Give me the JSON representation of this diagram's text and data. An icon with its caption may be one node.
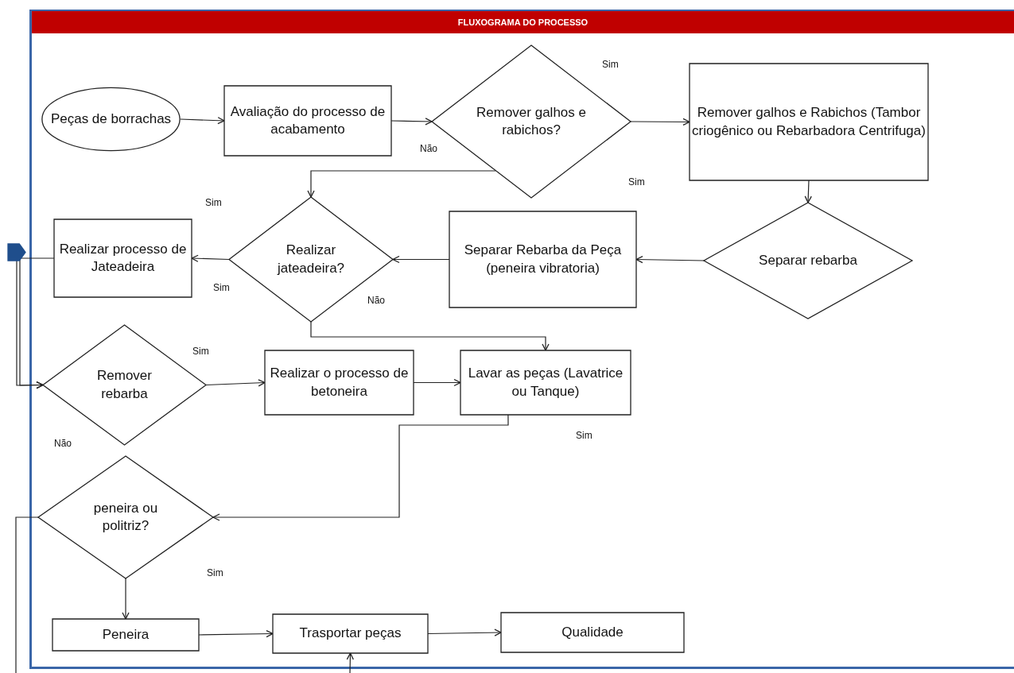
{
  "diagram": {
    "title": "FLUXOGRAMA DO PROCESSO",
    "nodes": [
      {
        "text": [
          "Peças de borrachas"
        ]
      },
      {
        "text": [
          "Avaliação do processo de acabamento"
        ]
      },
      {
        "text": [
          "Remover galhos e rabichos?"
        ]
      },
      {
        "text": [
          "Remover galhos e Rabichos (Tambor criogênico ou Rebarbadora Centrifuga)"
        ]
      },
      {
        "text": [
          "Separar rebarba"
        ]
      },
      {
        "text": [
          "Separar Rebarba da Peça (peneira vibratoria)"
        ]
      },
      {
        "text": [
          "Realizar jateadeira?"
        ]
      },
      {
        "text": [
          "Realizar processo de Jateadeira"
        ]
      },
      {
        "text": [
          "Remover rebarba"
        ]
      },
      {
        "text": [
          "Realizar o processo de betoneira"
        ]
      },
      {
        "text": [
          "Lavar as peças (Lavatrice ou Tanque)"
        ]
      },
      {
        "text": [
          "peneira ou politriz?"
        ]
      },
      {
        "text": [
          "Peneira"
        ]
      },
      {
        "text": [
          "Trasportar peças"
        ]
      },
      {
        "text": [
          "Qualidade"
        ]
      },
      {
        "text": [],
        "shape": "flag"
      }
    ],
    "edges": [
      {
        "from": 0,
        "to": 1,
        "arrow": "to"
      },
      {
        "from": 1,
        "to": 2,
        "arrow": "to"
      },
      {
        "from": 2,
        "to": 3,
        "arrow": "to"
      },
      {
        "from": 2,
        "to": 6,
        "arrow": "to"
      },
      {
        "from": 3,
        "to": 4,
        "arrow": "to"
      },
      {
        "from": 4,
        "to": 5,
        "arrow": "to"
      },
      {
        "from": 5,
        "to": 6,
        "arrow": "to"
      },
      {
        "from": 6,
        "to": 7,
        "arrow": "to"
      },
      {
        "from": 6,
        "to": 10,
        "arrow": "to"
      },
      {
        "from": 7,
        "to": 8,
        "arrow": "to"
      },
      {
        "from": 15,
        "to": 8,
        "arrow": "to"
      },
      {
        "from": 8,
        "to": 9,
        "arrow": "to"
      },
      {
        "from": 9,
        "to": 10,
        "arrow": "to"
      },
      {
        "from": 10,
        "to": 11,
        "arrow": "to"
      },
      {
        "from": 11,
        "to": 12,
        "arrow": "to"
      },
      {
        "from": 12,
        "to": 13,
        "arrow": "to"
      },
      {
        "from": 13,
        "to": 14,
        "arrow": "to"
      },
      {
        "from": 11,
        "to": null,
        "arrow": "none"
      },
      {
        "from": null,
        "to": 13,
        "arrow": "to"
      }
    ],
    "labels": [
      "Sim",
      "Não",
      "Sim",
      "Sim",
      "Sim",
      "Não",
      "Sim",
      "Não",
      "Sim",
      "Sim"
    ]
  }
}
